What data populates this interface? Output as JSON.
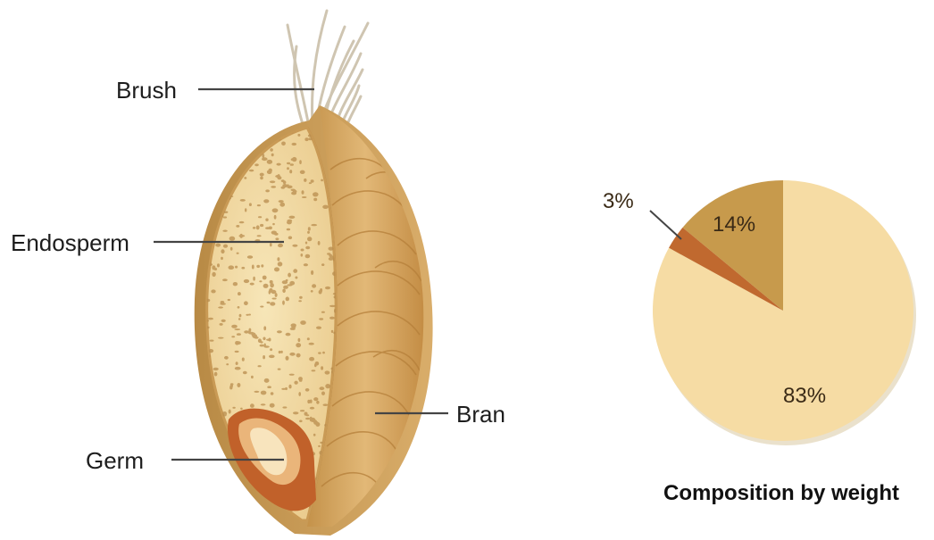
{
  "diagram": {
    "labels": {
      "brush": "Brush",
      "endosperm": "Endosperm",
      "germ": "Germ",
      "bran": "Bran"
    }
  },
  "chart_data": {
    "type": "pie",
    "title": "Composition by weight",
    "slices": [
      {
        "label": "83%",
        "value": 83,
        "color": "#f6dca4"
      },
      {
        "label": "3%",
        "value": 3,
        "color": "#c0692f"
      },
      {
        "label": "14%",
        "value": 14,
        "color": "#c79a4c"
      }
    ]
  }
}
